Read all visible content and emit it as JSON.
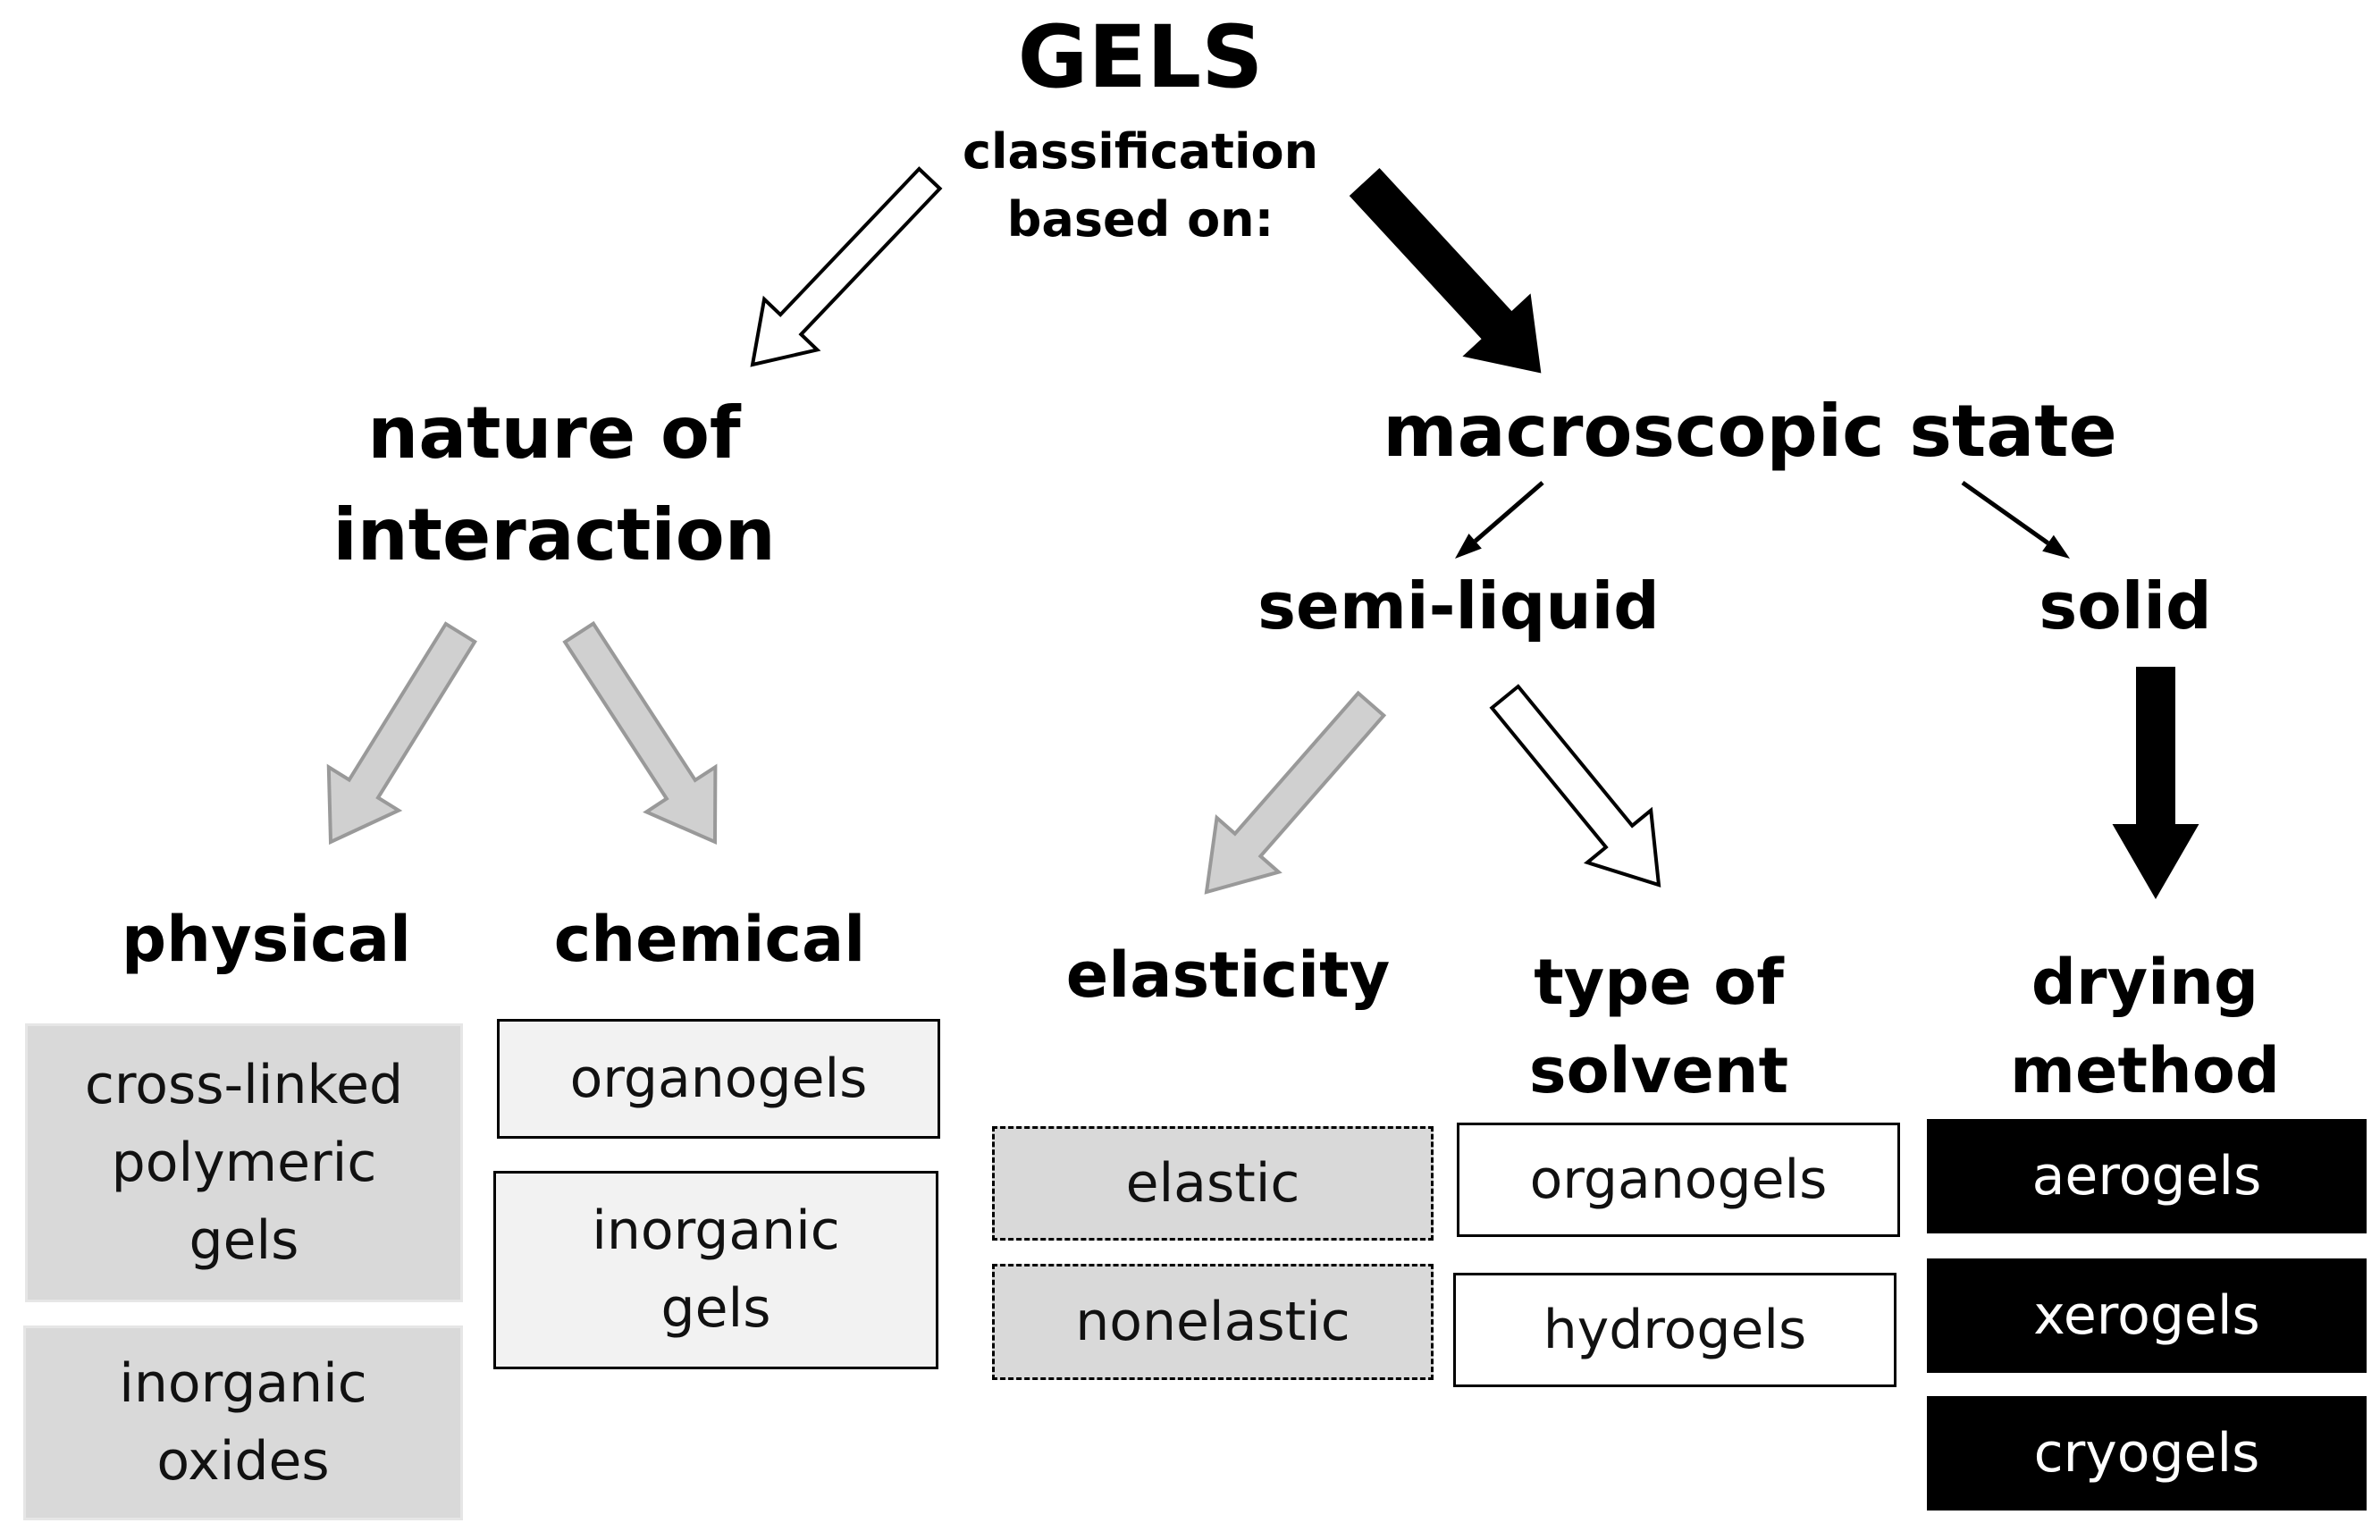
{
  "root": {
    "title": "GELS",
    "subtitle": "classification\nbased on:"
  },
  "nature": {
    "heading": "nature of\ninteraction",
    "physical": {
      "label": "physical",
      "items": [
        "cross-linked\npolymeric\ngels",
        "inorganic\noxides"
      ]
    },
    "chemical": {
      "label": "chemical",
      "items": [
        "organogels",
        "inorganic\ngels"
      ]
    }
  },
  "macro": {
    "heading": "macroscopic state",
    "semi_liquid": {
      "label": "semi-liquid",
      "elasticity": {
        "label": "elasticity",
        "items": [
          "elastic",
          "nonelastic"
        ]
      },
      "solvent": {
        "label": "type of\nsolvent",
        "items": [
          "organogels",
          "hydrogels"
        ]
      }
    },
    "solid": {
      "label": "solid",
      "drying": {
        "label": "drying\nmethod",
        "items": [
          "aerogels",
          "xerogels",
          "cryogels"
        ]
      }
    }
  },
  "colors": {
    "gray_fill": "#d9d9d9",
    "light_fill": "#f2f2f2",
    "gray_arrow": "#d0d0d0",
    "black": "#000000"
  }
}
